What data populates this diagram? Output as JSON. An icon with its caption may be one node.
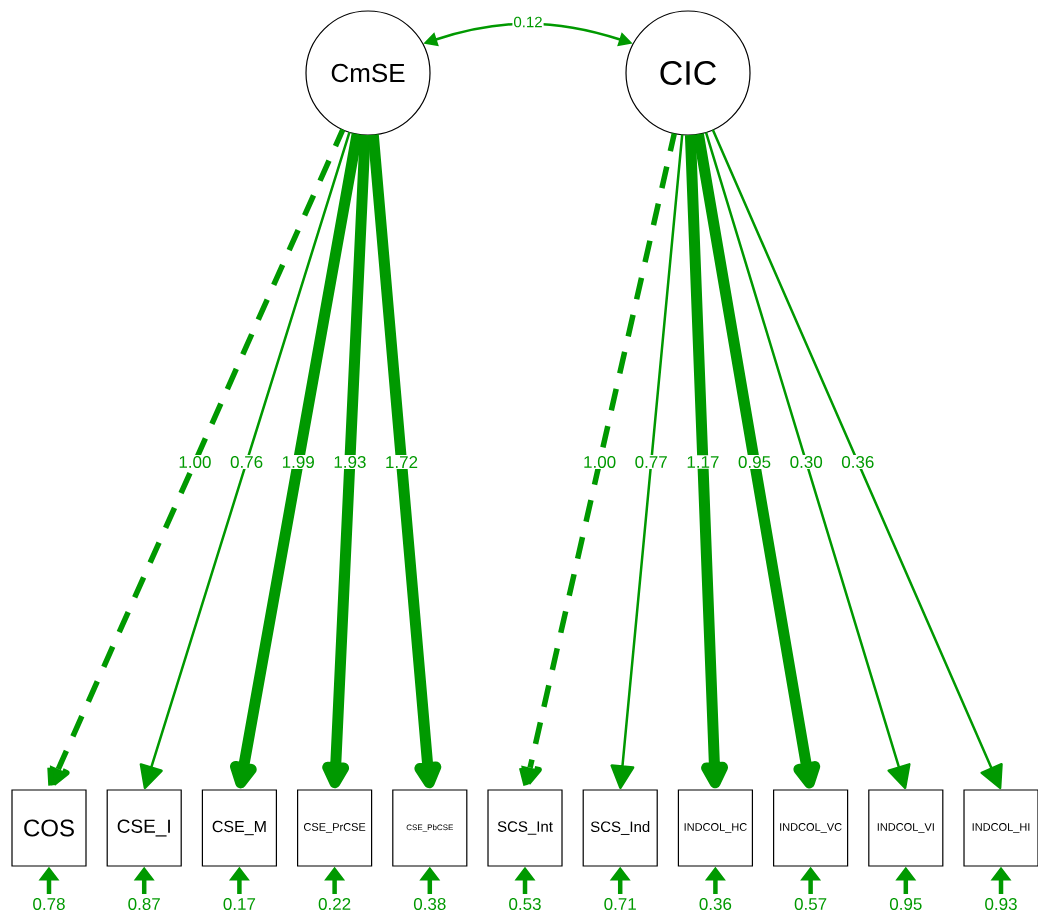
{
  "diagram": {
    "nodes": [
      {
        "text": [
          "CmSE"
        ]
      },
      {
        "text": [
          "CIC"
        ]
      },
      {
        "text": [
          "COS"
        ]
      },
      {
        "text": [
          "CSE_I"
        ]
      },
      {
        "text": [
          "CSE_M"
        ]
      },
      {
        "text": [
          "CSE_PrCSE"
        ]
      },
      {
        "text": [
          "CSE_PbCSE"
        ]
      },
      {
        "text": [
          "SCS_Int"
        ]
      },
      {
        "text": [
          "SCS_Ind"
        ]
      },
      {
        "text": [
          "INDCOL_HC"
        ]
      },
      {
        "text": [
          "INDCOL_VC"
        ]
      },
      {
        "text": [
          "INDCOL_VI"
        ]
      },
      {
        "text": [
          "INDCOL_HI"
        ]
      }
    ],
    "edges": [
      {
        "from": 0,
        "to": 1,
        "arrow": "both",
        "label": "0.12"
      },
      {
        "from": 0,
        "to": 2,
        "arrow": "to",
        "label": "1.00",
        "style": "dashed"
      },
      {
        "from": 0,
        "to": 3,
        "arrow": "to",
        "label": "0.76"
      },
      {
        "from": 0,
        "to": 4,
        "arrow": "to",
        "label": "1.99",
        "style": "thick"
      },
      {
        "from": 0,
        "to": 5,
        "arrow": "to",
        "label": "1.93",
        "style": "thick"
      },
      {
        "from": 0,
        "to": 6,
        "arrow": "to",
        "label": "1.72",
        "style": "thick"
      },
      {
        "from": 1,
        "to": 7,
        "arrow": "to",
        "label": "1.00",
        "style": "dashed"
      },
      {
        "from": 1,
        "to": 8,
        "arrow": "to",
        "label": "0.77"
      },
      {
        "from": 1,
        "to": 9,
        "arrow": "to",
        "label": "1.17",
        "style": "thick"
      },
      {
        "from": 1,
        "to": 10,
        "arrow": "to",
        "label": "0.95",
        "style": "thick"
      },
      {
        "from": 1,
        "to": 11,
        "arrow": "to",
        "label": "0.30"
      },
      {
        "from": 1,
        "to": 12,
        "arrow": "to",
        "label": "0.36"
      },
      {
        "from": null,
        "to": 2,
        "arrow": "to",
        "label": "0.78"
      },
      {
        "from": null,
        "to": 3,
        "arrow": "to",
        "label": "0.87"
      },
      {
        "from": null,
        "to": 4,
        "arrow": "to",
        "label": "0.17"
      },
      {
        "from": null,
        "to": 5,
        "arrow": "to",
        "label": "0.22"
      },
      {
        "from": null,
        "to": 6,
        "arrow": "to",
        "label": "0.38"
      },
      {
        "from": null,
        "to": 7,
        "arrow": "to",
        "label": "0.53"
      },
      {
        "from": null,
        "to": 8,
        "arrow": "to",
        "label": "0.71"
      },
      {
        "from": null,
        "to": 9,
        "arrow": "to",
        "label": "0.36"
      },
      {
        "from": null,
        "to": 10,
        "arrow": "to",
        "label": "0.57"
      },
      {
        "from": null,
        "to": 11,
        "arrow": "to",
        "label": "0.95"
      },
      {
        "from": null,
        "to": 12,
        "arrow": "to",
        "label": "0.93"
      }
    ]
  }
}
